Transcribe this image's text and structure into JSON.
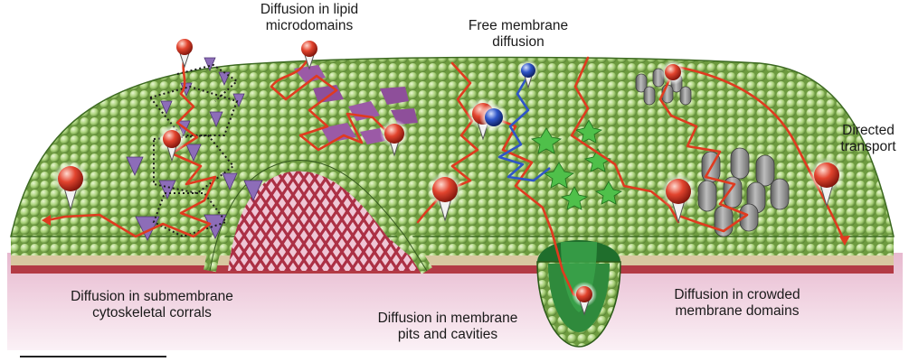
{
  "labels": {
    "lipid_microdomains": [
      "Diffusion in lipid",
      "microdomains"
    ],
    "free_membrane": [
      "Free membrane",
      "diffusion"
    ],
    "directed_transport": [
      "Directed",
      "transport"
    ],
    "submembrane_corrals": [
      "Diffusion in submembrane",
      "cytoskeletal corrals"
    ],
    "membrane_pits": [
      "Diffusion in membrane",
      "pits and cavities"
    ],
    "crowded_domains": [
      "Diffusion in crowded",
      "membrane domains"
    ]
  },
  "colors": {
    "lipid_head": "#a6cf76",
    "membrane_green": "#8cbf5c",
    "trajectory_red": "#e03a1f",
    "trajectory_blue": "#2f55c8",
    "cytoskeleton": "#b03848",
    "lipid_domain": "#9b5aa6",
    "corral_protein": "#8d6db8",
    "crowder_gray": "#8a8a8a",
    "pit_green": "#3aa24a",
    "star_green": "#4fc04a",
    "cytoplasm_pink": "#f1d3e2"
  }
}
